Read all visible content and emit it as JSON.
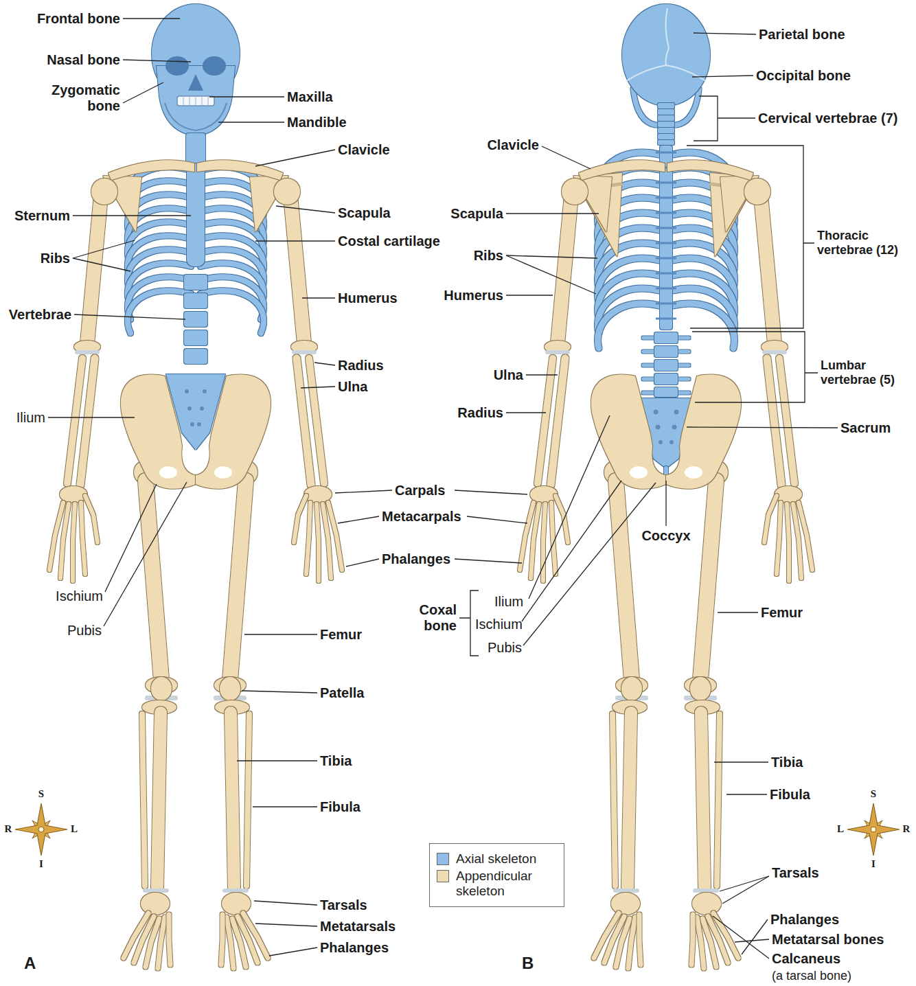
{
  "diagram": {
    "labels": [
      "Frontal bone",
      "Nasal bone",
      "Zygomatic bone",
      "Maxilla",
      "Mandible",
      "Clavicle",
      "Sternum",
      "Scapula",
      "Costal cartilage",
      "Ribs",
      "Humerus",
      "Vertebrae",
      "Radius",
      "Ulna",
      "Ilium",
      "Ischium",
      "Pubis",
      "Femur",
      "Patella",
      "Tibia",
      "Fibula",
      "Tarsals",
      "Metatarsals",
      "Phalanges",
      "A",
      "Carpals",
      "Metacarpals",
      "Phalanges",
      "Parietal bone",
      "Occipital bone",
      "Cervical vertebrae (7)",
      "Clavicle",
      "Scapula",
      "Thoracic vertebrae (12)",
      "Ribs",
      "Humerus",
      "Ulna",
      "Lumbar vertebrae (5)",
      "Radius",
      "Sacrum",
      "Coccyx",
      "Coxal bone",
      "Ilium",
      "Ischium",
      "Pubis",
      "Femur",
      "Tibia",
      "Fibula",
      "Tarsals",
      "Phalanges",
      "Metatarsal bones",
      "Calcaneus",
      "(a tarsal bone)",
      "B",
      "S",
      "R",
      "L",
      "I",
      "S",
      "L",
      "R",
      "I"
    ],
    "legend": [
      {
        "text": "Axial skeleton",
        "color": "#8fbde6"
      },
      {
        "text": "Appendicular skeleton",
        "color": "#efdcb4"
      }
    ]
  }
}
